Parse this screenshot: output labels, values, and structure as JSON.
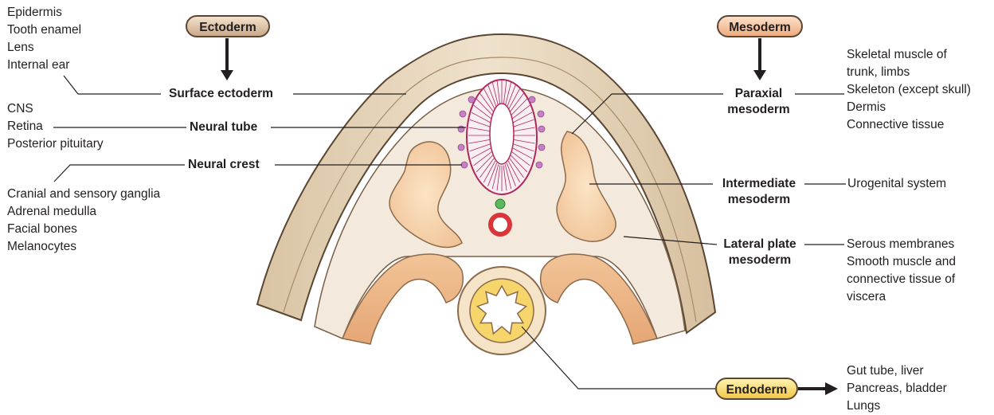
{
  "germ_layers": {
    "ectoderm": "Ectoderm",
    "mesoderm": "Mesoderm",
    "endoderm": "Endoderm"
  },
  "structures": {
    "surface_ectoderm": "Surface ectoderm",
    "neural_tube": "Neural tube",
    "neural_crest": "Neural crest",
    "paraxial_mesoderm": [
      "Paraxial",
      "mesoderm"
    ],
    "intermediate_mesoderm": [
      "Intermediate",
      "mesoderm"
    ],
    "lateral_plate_mesoderm": [
      "Lateral plate",
      "mesoderm"
    ]
  },
  "derivatives": {
    "surface_ectoderm": [
      "Epidermis",
      "Tooth enamel",
      "Lens",
      "Internal ear"
    ],
    "neural_tube": [
      "CNS",
      "Retina",
      "Posterior pituitary"
    ],
    "neural_crest": [
      "Cranial and sensory ganglia",
      "Adrenal medulla",
      "Facial bones",
      "Melanocytes"
    ],
    "paraxial_mesoderm": [
      "Skeletal muscle of",
      "trunk, limbs",
      "Skeleton (except skull)",
      "Dermis",
      "Connective tissue"
    ],
    "intermediate_mesoderm": [
      "Urogenital system"
    ],
    "lateral_plate_mesoderm": [
      "Serous membranes",
      "Smooth muscle and",
      "connective tissue of",
      "viscera"
    ],
    "endoderm": [
      "Gut tube, liver",
      "Pancreas, bladder",
      "Lungs"
    ]
  },
  "colors": {
    "ectoderm_layer": "#eadbc3",
    "mesoderm_tissue": "#f7d6b3",
    "neural_tube_outline": "#b0285a",
    "neural_crest_cells": "#c97fc6",
    "notochord": "#5cb85c",
    "aorta": "#d9353a",
    "gut_endoderm": "#f6d66a",
    "line": "#231f20"
  }
}
